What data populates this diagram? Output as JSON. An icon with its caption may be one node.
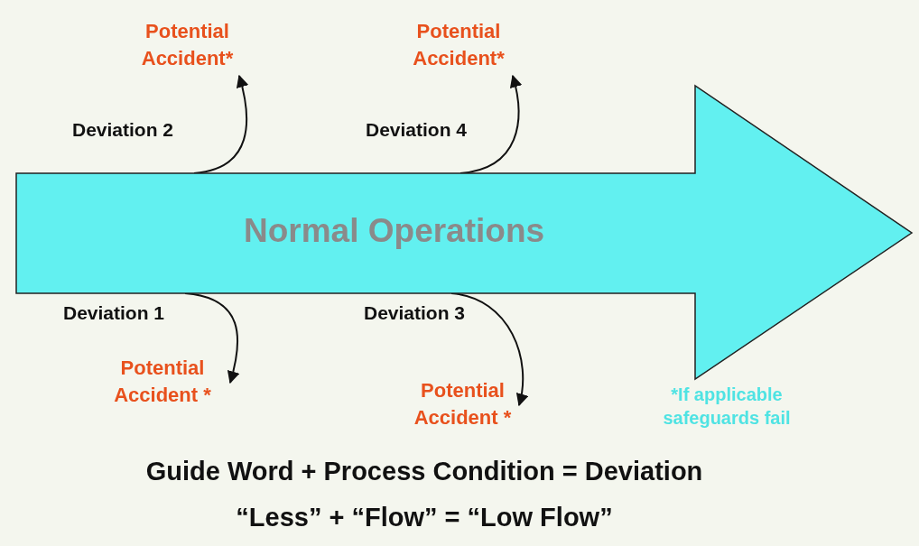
{
  "diagram": {
    "nodes": [
      {
        "text": [
          "Potential Accident*"
        ]
      },
      {
        "text": [
          "Potential Accident*"
        ]
      },
      {
        "text": [
          "Normal Operations"
        ]
      },
      {
        "text": [
          "Potential Accident *"
        ]
      },
      {
        "text": [
          "Potential Accident *"
        ]
      }
    ],
    "edges": [
      {
        "from": 2,
        "to": 3,
        "arrow": "to",
        "label": "Deviation 1"
      },
      {
        "from": 2,
        "to": 0,
        "arrow": "to",
        "label": "Deviation 2"
      },
      {
        "from": 2,
        "to": 4,
        "arrow": "to",
        "label": "Deviation 3"
      },
      {
        "from": 2,
        "to": 1,
        "arrow": "to",
        "label": "Deviation 4"
      }
    ],
    "labels": [
      "*If applicable safeguards fail",
      "Guide Word + Process Condition = Deviation",
      "“Less” + “Flow” = “Low Flow”"
    ]
  }
}
